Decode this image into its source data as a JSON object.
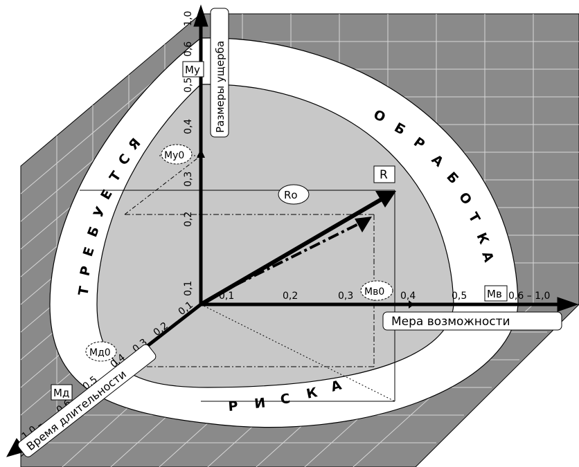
{
  "axes": {
    "damage_label": "Размеры ущерба",
    "possibility_label": "Мера возможности",
    "duration_label": "Время длительности"
  },
  "arc_words": {
    "top": [
      "О",
      "Б",
      "Р",
      "А",
      "Б",
      "О",
      "Т",
      "К",
      "А"
    ],
    "left": [
      "Т",
      "Р",
      "Е",
      "Б",
      "У",
      "Е",
      "Т",
      "С",
      "Я"
    ],
    "bottom": [
      "Р",
      "И",
      "С",
      "К",
      "А"
    ]
  },
  "markers": {
    "my": "Му",
    "mv": "Мв",
    "md": "Мд",
    "r": "R",
    "my0": "Му0",
    "mv0": "Мв0",
    "md0": "Мд0",
    "r0": "Rо"
  },
  "ticks": {
    "vertical": [
      "0,1",
      "0,2",
      "0,3",
      "0,4",
      "0,5",
      "0,6",
      "1,0"
    ],
    "horizontal": [
      "0,1",
      "0,2",
      "0,3",
      "0,4",
      "0,5",
      "0,6 – 1,0"
    ],
    "diagonal": [
      "0,1",
      "0,2",
      "0,3",
      "0,4",
      "0,5",
      "0,6",
      "1,0 –"
    ]
  },
  "colors": {
    "wall": "#8a8a8a",
    "floor": "#8a8a8a",
    "sector": "#c8c8c8",
    "band": "#ffffff",
    "ink": "#000000"
  }
}
